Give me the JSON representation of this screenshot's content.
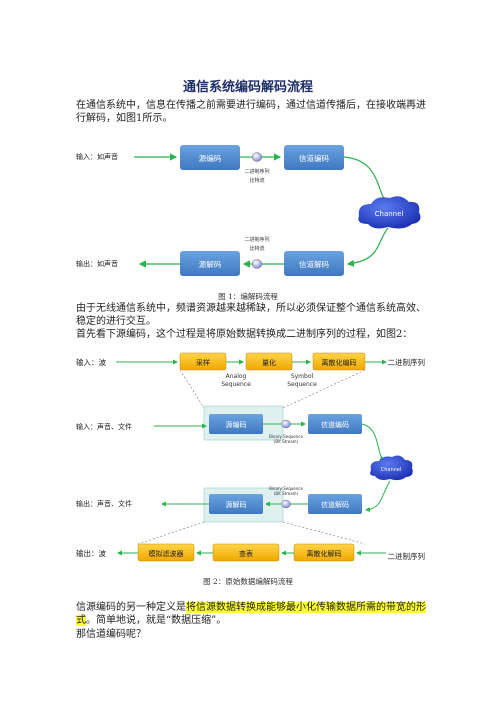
{
  "title": "通信系统编码解码流程",
  "intro": "在通信系统中，信息在传播之前需要进行编码，通过信道传播后，在接收端再进行解码，如图1所示。",
  "fig1": {
    "input_label": "输入：如声音",
    "output_label": "输出：如声音",
    "source_encode": "源编码",
    "channel_encode": "信道编码",
    "source_decode": "源解码",
    "channel_decode": "信道解码",
    "binary_seq_top_1": "二进制序列",
    "binary_seq_top_2": "比特流",
    "binary_seq_bottom_1": "二进制序列",
    "binary_seq_bottom_2": "比特流",
    "channel": "Channel",
    "caption": "图 1：编解码流程"
  },
  "para2": "由于无线通信系统中，频谱资源越来越稀缺，所以必须保证整个通信系统高效、稳定的进行交互。",
  "para3": "首先看下源编码，这个过程是将原始数据转换成二进制序列的过程，如图2：",
  "fig2": {
    "input_wave": "输入：波",
    "sampling": "采样",
    "quantize": "量化",
    "discrete_encode": "离散化编码",
    "binary_seq_right": "二进制序列",
    "analog_1": "Analog",
    "analog_2": "Sequence",
    "symbol_1": "Symbol",
    "symbol_2": "Sequence",
    "input_sound": "输入：声音、文件",
    "source_encode": "源编码",
    "channel_encode": "信道编码",
    "bit_stream_top_1": "Binary Sequence",
    "bit_stream_top_2": "(Bit Stream)",
    "channel": "Channel",
    "output_sound": "输出：声音、文件",
    "source_decode": "源解码",
    "channel_decode": "信道解码",
    "bit_stream_bottom_1": "Binary Sequence",
    "bit_stream_bottom_2": "(Bit Stream)",
    "output_wave": "输出：波",
    "analog_filter": "模拟滤波器",
    "lookup": "查表",
    "discrete_decode": "离散化解码",
    "binary_seq_right_bottom": "二进制序列",
    "caption": "图 2：原始数据编解码流程"
  },
  "para4_a": "信源编码的另一种定义是",
  "para4_hl1": "将信源数据转换成能够最小化传输数据所需的带宽的",
  "para4_hl2": "形式",
  "para4_b": "。简单地说，就是“数据压缩”。",
  "para5": "那信道编码呢？",
  "colors": {
    "blue_box": "#4f8ad0",
    "yellow_box": "#ffc000",
    "arrow_green": "#2bb24c",
    "highlight": "#ffff33"
  }
}
